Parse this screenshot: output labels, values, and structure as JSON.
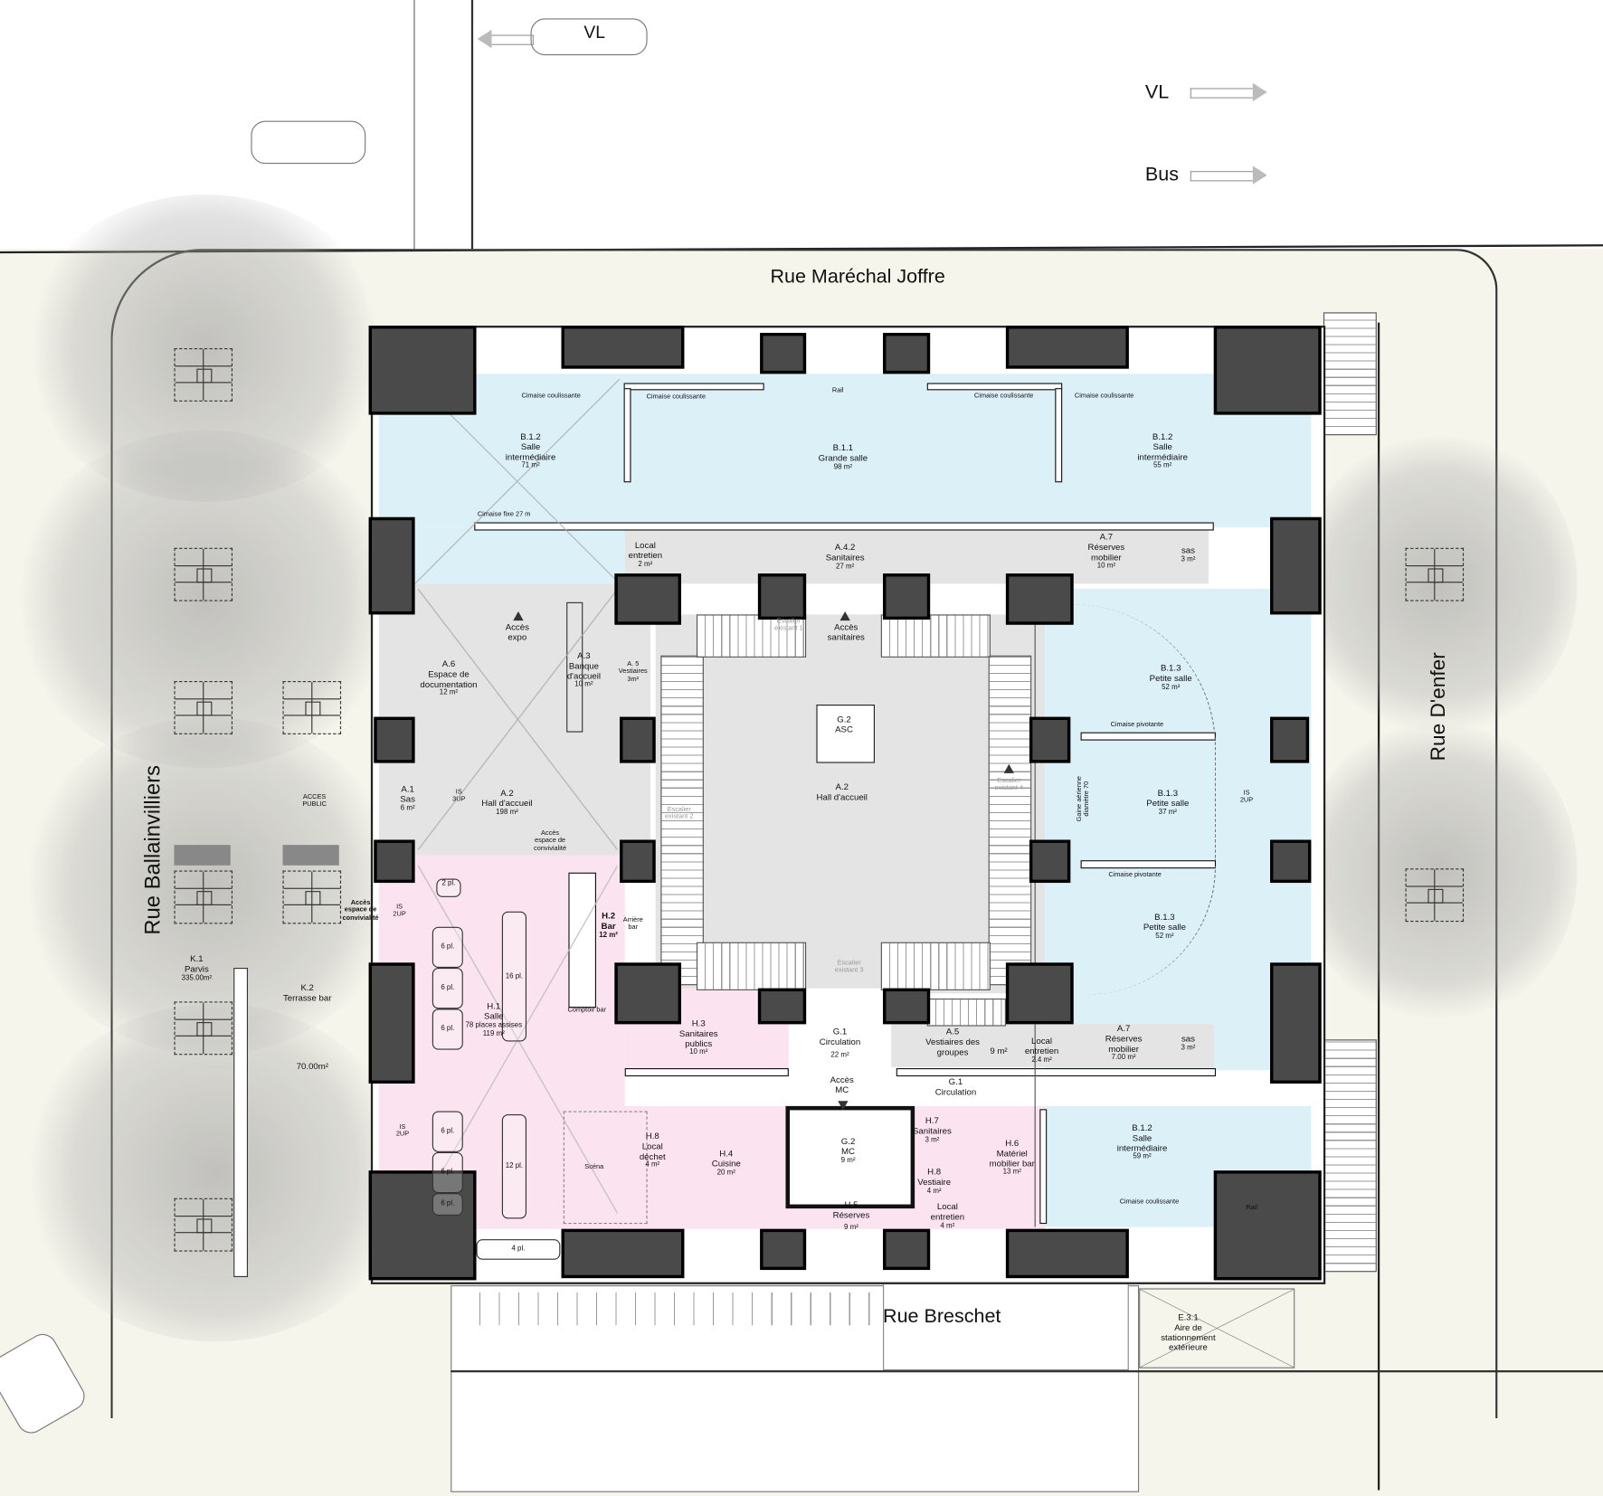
{
  "streets": {
    "north": "Rue Maréchal Joffre",
    "west": "Rue Ballainvilliers",
    "east": "Rue D'enfer",
    "south": "Rue Breschet"
  },
  "traffic": {
    "lane1": "VL",
    "lane2": "VL",
    "lane3": "Bus"
  },
  "exterior": {
    "acces_public": [
      "ACCES",
      "PUBLIC"
    ],
    "acces_convivialite": [
      "Accès",
      "espace de",
      "convivialité"
    ],
    "k1": {
      "code": "K.1",
      "name": "Parvis",
      "area": "335.00m²"
    },
    "k2": {
      "code": "K.2",
      "name": "Terrasse bar",
      "area": "70.00m²"
    },
    "e31": {
      "code": "E.3.1",
      "name": [
        "Aire de",
        "stationnement",
        "extérieure"
      ]
    }
  },
  "annotations": {
    "cimaise_coulissante": "Cimaise coulissante",
    "rail": "Rail",
    "cimaise_fixe": "Cimaise fixe 27 m",
    "cimaise_pivotante": "Cimaise pivotante",
    "gaine": [
      "Gaine aérienne",
      "diamètre 70"
    ],
    "escalier1": [
      "Escalier",
      "existant 1"
    ],
    "escalier2": [
      "Escalier",
      "existant 2"
    ],
    "escalier3": [
      "Escalier",
      "existant 3"
    ],
    "escalier4": [
      "Escalier",
      "existant 4"
    ],
    "acces_expo": [
      "Accès",
      "expo"
    ],
    "acces_sanitaires": [
      "Accès",
      "sanitaires"
    ],
    "acces_convivialite_int": [
      "Accès",
      "espace de",
      "convivialité"
    ],
    "acces_mc": [
      "Accès",
      "MC"
    ],
    "is_3up": [
      "IS",
      "3UP"
    ],
    "is_2up": [
      "IS",
      "2UP"
    ],
    "comptoir_bar": "Comptoir bar",
    "scena": "Scéna"
  },
  "rooms": {
    "b12a": {
      "code": "B.1.2",
      "name": [
        "Salle",
        "intermédiaire"
      ],
      "area": "71 m²"
    },
    "b11": {
      "code": "B.1.1",
      "name": [
        "Grande salle"
      ],
      "area": "98 m²"
    },
    "b12b": {
      "code": "B.1.2",
      "name": [
        "Salle",
        "intermédiaire"
      ],
      "area": "55 m²"
    },
    "local_top": {
      "name": [
        "Local",
        "entretien"
      ],
      "area": "2 m²"
    },
    "a42": {
      "code": "A.4.2",
      "name": [
        "Sanitaires"
      ],
      "area": "27 m²"
    },
    "a7a": {
      "code": "A.7",
      "name": [
        "Réserves",
        "mobilier"
      ],
      "area": "10 m²"
    },
    "sas_a": {
      "name": [
        "sas"
      ],
      "area": "3 m²"
    },
    "a6": {
      "code": "A.6",
      "name": [
        "Espace de",
        "documentation"
      ],
      "area": "12 m²"
    },
    "a3": {
      "code": "A.3",
      "name": [
        "Banque",
        "d'accueil"
      ],
      "area": "10 m²"
    },
    "a5a": {
      "code": "A. 5",
      "name": [
        "Vestiaires"
      ],
      "area": "3m²"
    },
    "g2asc": {
      "code": "G.2",
      "name": [
        "ASC"
      ]
    },
    "a2hall": {
      "code": "A.2",
      "name": [
        "Hall d'accueil"
      ]
    },
    "a1": {
      "code": "A.1",
      "name": [
        "Sas"
      ],
      "area": "6 m²"
    },
    "a2": {
      "code": "A.2",
      "name": [
        "Hall d'accueil"
      ],
      "area": "198 m²"
    },
    "b13a": {
      "code": "B.1.3",
      "name": [
        "Petite salle"
      ],
      "area": "52 m²"
    },
    "b13b": {
      "code": "B.1.3",
      "name": [
        "Petite salle"
      ],
      "area": "37 m²"
    },
    "b13c": {
      "code": "B.1.3",
      "name": [
        "Petite salle"
      ],
      "area": "52 m²"
    },
    "h2": {
      "code": "H.2",
      "name": [
        "Bar"
      ],
      "area": "12 m²"
    },
    "arriere_bar": {
      "name": [
        "Arrière",
        "bar"
      ]
    },
    "h1": {
      "code": "H.1",
      "name": [
        "Salle",
        "78 places assises"
      ],
      "area": "119 m²"
    },
    "h3": {
      "code": "H.3",
      "name": [
        "Sanitaires",
        "publics"
      ],
      "area": "10 m²"
    },
    "g1a": {
      "code": "G.1",
      "name": [
        "Circulation"
      ],
      "area": "22 m²"
    },
    "a5b": {
      "code": "A.5",
      "name": [
        "Vestiaires des",
        "groupes"
      ],
      "area": "9 m²"
    },
    "local_mid": {
      "name": [
        "Local",
        "entretien"
      ],
      "area": "2.4 m²"
    },
    "a7b": {
      "code": "A.7",
      "name": [
        "Réserves",
        "mobilier"
      ],
      "area": "7.00 m²"
    },
    "sas_b": {
      "name": [
        "sas"
      ],
      "area": "3 m²"
    },
    "g1b": {
      "code": "G.1",
      "name": [
        "Circulation"
      ]
    },
    "h8a": {
      "code": "H.8",
      "name": [
        "Local",
        "déchet"
      ],
      "area": "4 m²"
    },
    "h4": {
      "code": "H.4",
      "name": [
        "Cuisine"
      ],
      "area": "20 m²"
    },
    "g2mc": {
      "code": "G.2",
      "name": [
        "MC"
      ],
      "area": "9 m²"
    },
    "h7": {
      "code": "H.7",
      "name": [
        "Sanitaires"
      ],
      "area": "3 m²"
    },
    "h8b": {
      "code": "H.8",
      "name": [
        "Vestiaire"
      ],
      "area": "4 m²"
    },
    "h6": {
      "code": "H.6",
      "name": [
        "Matériel",
        "mobilier bar"
      ],
      "area": "13 m²"
    },
    "h5": {
      "code": "H.5",
      "name": [
        "Réserves"
      ],
      "area": "9 m²"
    },
    "local_bot": {
      "name": [
        "Local",
        "entretien"
      ],
      "area": "4 m²"
    },
    "b12c": {
      "code": "B.1.2",
      "name": [
        "Salle",
        "intermédiaire"
      ],
      "area": "59 m²"
    }
  },
  "tables": [
    "2 pl.",
    "6 pl.",
    "6 pl.",
    "6 pl.",
    "6 pl.",
    "6 pl.",
    "6 pl.",
    "16 pl.",
    "12 pl.",
    "4 pl."
  ],
  "colors": {
    "expo": "#dcf0f8",
    "accueil": "#e4e4e4",
    "bar": "#fbe3ef",
    "pillar": "#4a4a4a"
  }
}
